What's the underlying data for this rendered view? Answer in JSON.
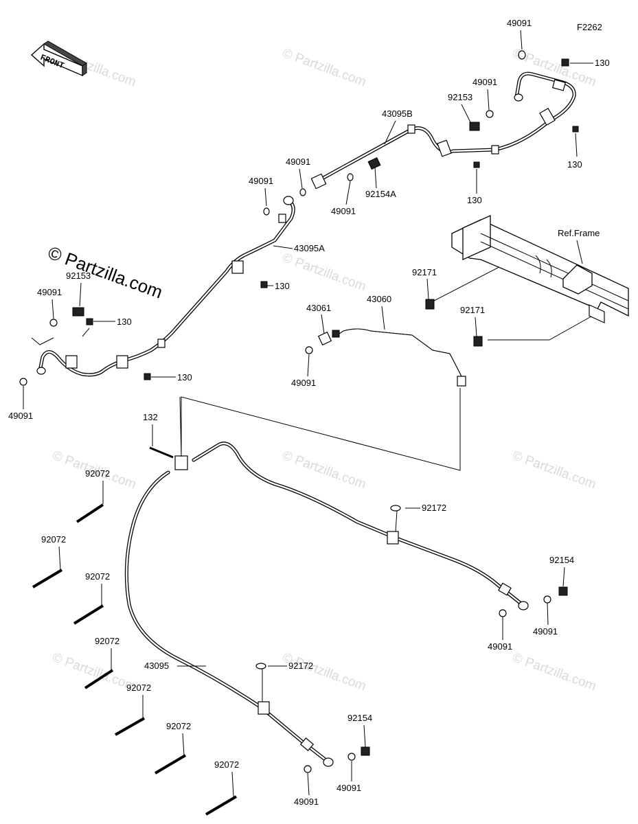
{
  "figure_code": "F2262",
  "front_arrow_label": "FRONT",
  "frame_ref_label": "Ref.Frame",
  "watermark_main": "© Partzilla.com",
  "watermark_tile": "© Partzilla.com",
  "labels": {
    "l_49091_a": "49091",
    "l_130_a": "130",
    "l_49091_b": "49091",
    "l_92153_a": "92153",
    "l_130_b": "130",
    "l_43095b": "43095B",
    "l_130_c": "130",
    "l_49091_c": "49091",
    "l_49091_d": "49091",
    "l_92154a": "92154A",
    "l_49091_e": "49091",
    "l_43095a": "43095A",
    "l_130_d": "130",
    "l_92153_b": "92153",
    "l_49091_f": "49091",
    "l_130_e": "130",
    "l_130_f": "130",
    "l_49091_g": "49091",
    "l_43061": "43061",
    "l_43060": "43060",
    "l_49091_h": "49091",
    "l_92171_a": "92171",
    "l_92171_b": "92171",
    "l_132": "132",
    "l_92072_a": "92072",
    "l_92072_b": "92072",
    "l_92072_c": "92072",
    "l_92072_d": "92072",
    "l_92072_e": "92072",
    "l_92072_f": "92072",
    "l_92072_g": "92072",
    "l_92172_a": "92172",
    "l_92154_a": "92154",
    "l_49091_i": "49091",
    "l_49091_j": "49091",
    "l_43095": "43095",
    "l_92172_b": "92172",
    "l_92154_b": "92154",
    "l_49091_k": "49091",
    "l_49091_l": "49091"
  }
}
